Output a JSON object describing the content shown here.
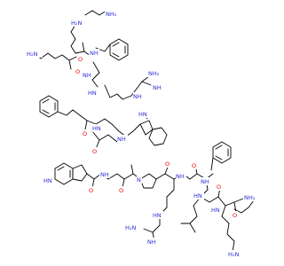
{
  "colors": {
    "nitrogen": "#2b2bd6",
    "oxygen": "#e60000",
    "bond": "#000000",
    "background": "#ffffff"
  },
  "labels": {
    "H2N": "H₂N",
    "NH2": "NH₂",
    "NH": "NH",
    "HN": "HN",
    "N": "N",
    "O": "O"
  }
}
